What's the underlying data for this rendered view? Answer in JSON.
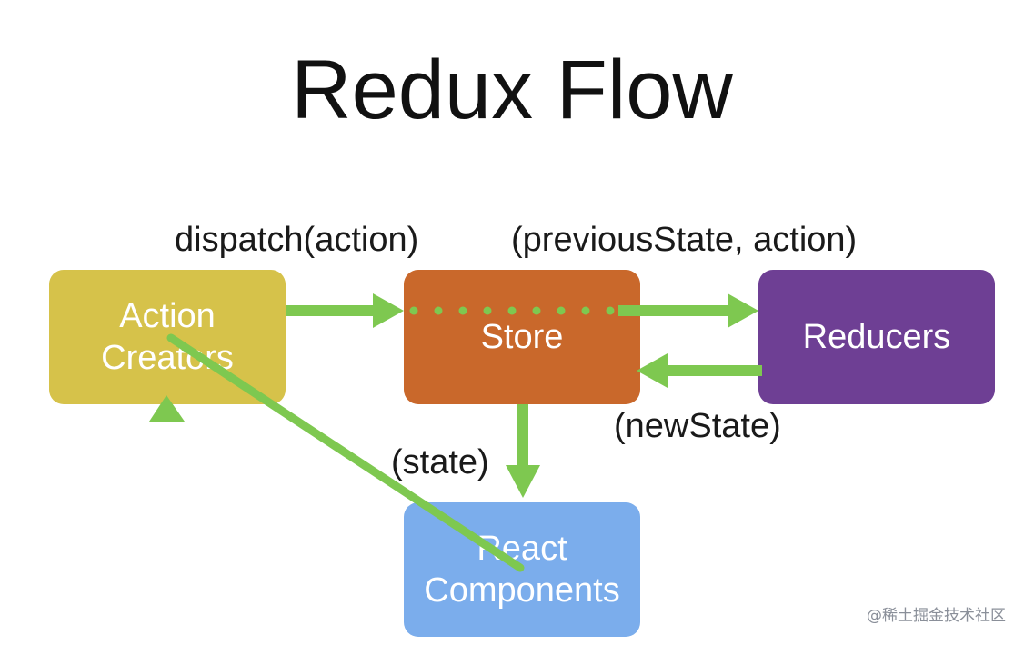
{
  "title": "Redux Flow",
  "nodes": {
    "action_creators": {
      "line1": "Action",
      "line2": "Creators",
      "color": "#d6c24a"
    },
    "store": {
      "label": "Store",
      "color": "#c9682b"
    },
    "reducers": {
      "label": "Reducers",
      "color": "#6e3f94"
    },
    "react_components": {
      "line1": "React",
      "line2": "Components",
      "color": "#7badec"
    }
  },
  "edges": {
    "dispatch": "dispatch(action)",
    "previous_state": "(previousState, action)",
    "new_state": "(newState)",
    "state": "(state)"
  },
  "arrow_color": "#7ec850",
  "watermark": "@稀土掘金技术社区"
}
